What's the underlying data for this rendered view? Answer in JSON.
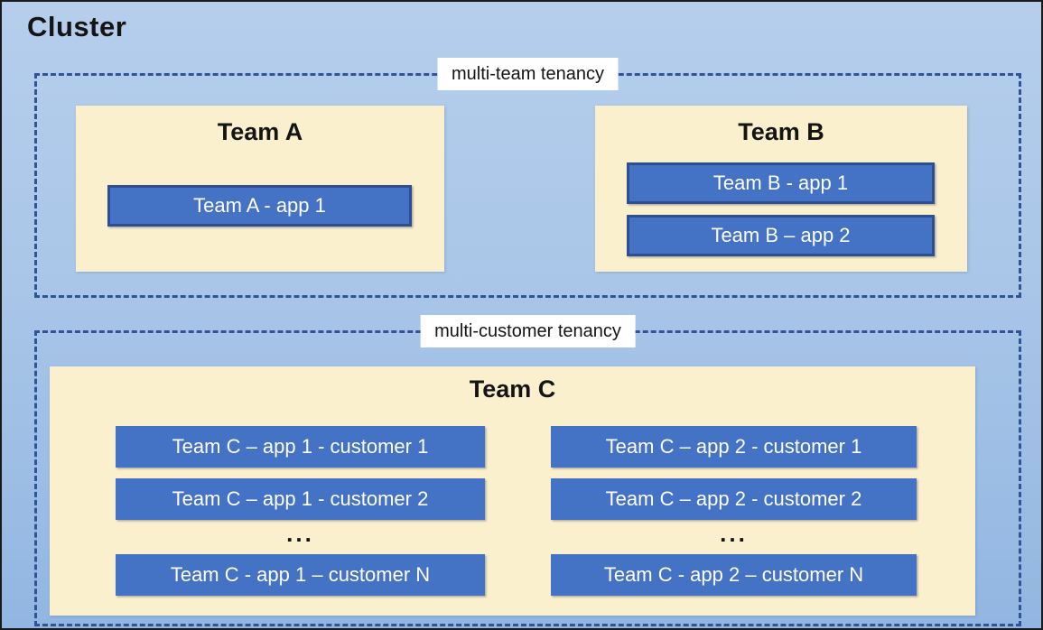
{
  "title": "Cluster",
  "multi_team": {
    "label": "multi-team tenancy",
    "team_a": {
      "name": "Team A",
      "app1": "Team A - app 1"
    },
    "team_b": {
      "name": "Team B",
      "app1": "Team B - app 1",
      "app2": "Team B – app 2"
    }
  },
  "multi_customer": {
    "label": "multi-customer tenancy",
    "team_c": {
      "name": "Team C",
      "col1": {
        "row1": "Team C – app 1 - customer 1",
        "row2": "Team C – app 1 - customer 2",
        "ellipsis": "...",
        "rowN": "Team C - app 1 – customer N"
      },
      "col2": {
        "row1": "Team C – app 2 - customer 1",
        "row2": "Team C – app 2 - customer 2",
        "ellipsis": "...",
        "rowN": "Team C - app 2 – customer N"
      }
    }
  },
  "colors": {
    "canvas_blue_top": "#b6ceec",
    "canvas_blue_bottom": "#92b6e2",
    "canvas_border": "#1a1a1a",
    "dashed_border": "#2f5597",
    "team_box_fill": "#fbf0ce",
    "app_box_fill": "#4472c4",
    "app_box_border": "#2e4e8f",
    "app_text": "#ffffff",
    "label_background": "#ffffff",
    "text": "#141414"
  }
}
